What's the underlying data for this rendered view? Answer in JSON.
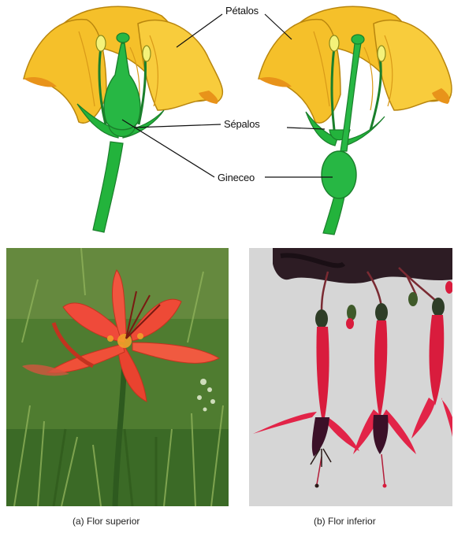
{
  "labels": {
    "petals": "Pétalos",
    "sepals": "Sépalos",
    "gynoecium": "Gineceo"
  },
  "captions": {
    "a_marker": "(a)",
    "a_text": "Flor superior",
    "b_marker": "(b)",
    "b_text": "Flor inferior"
  },
  "colors": {
    "petal_yellow": "#f5c02a",
    "petal_orange": "#e8931a",
    "stem_green": "#23b33c",
    "stem_dark": "#1a7f2b",
    "lily_red": "#ef4a3a",
    "fuchsia_red": "#d91c3d",
    "fuchsia_dark": "#3b1028",
    "grass_green": "#4f7c30",
    "photo_b_bg": "#d6d6d6"
  },
  "icons": {
    "superior_flower": "flower-superior-ovary-icon",
    "inferior_flower": "flower-inferior-ovary-icon"
  }
}
